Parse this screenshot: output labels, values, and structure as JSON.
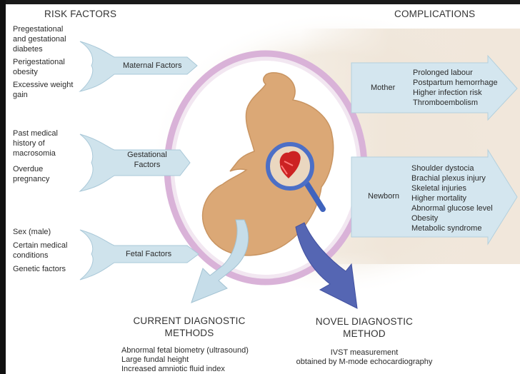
{
  "headers": {
    "risk_factors": "RISK FACTORS",
    "complications": "COMPLICATIONS"
  },
  "risk_factors": {
    "maternal": {
      "items": [
        "Pregestational",
        "and gestational",
        "diabetes",
        "Perigestational",
        "obesity",
        "Excessive weight",
        "gain"
      ],
      "label": "Maternal Factors"
    },
    "gestational": {
      "items": [
        "Past medical",
        "history of",
        "macrosomia",
        "Overdue",
        "pregnancy"
      ],
      "label_line1": "Gestational",
      "label_line2": "Factors"
    },
    "fetal": {
      "items": [
        "Sex (male)",
        "Certain medical",
        "conditions",
        "Genetic factors"
      ],
      "label": "Fetal Factors"
    }
  },
  "complications": {
    "mother": {
      "label": "Mother",
      "items": [
        "Prolonged labour",
        "Postpartum hemorrhage",
        "Higher infection risk",
        "Thromboembolism"
      ]
    },
    "newborn": {
      "label": "Newborn",
      "items": [
        "Shoulder dystocia",
        "Brachial plexus injury",
        "Skeletal injuries",
        "Higher mortality",
        "Abnormal glucose level",
        "Obesity",
        "Metabolic syndrome"
      ]
    }
  },
  "current_method": {
    "title_line1": "CURRENT DIAGNOSTIC",
    "title_line2": "METHODS",
    "items": [
      "Abnormal fetal biometry (ultrasound)",
      "Large fundal height",
      "Increased amniotic fluid index"
    ]
  },
  "novel_method": {
    "title_line1": "NOVEL DIAGNOSTIC",
    "title_line2": "METHOD",
    "desc_line1": "IVST measurement",
    "desc_line2": "obtained by M-mode echocardiography"
  },
  "colors": {
    "arrow_light_blue": "#cfe3ec",
    "arrow_stroke": "#a9c8d8",
    "fetus": "#d9a877",
    "uterus_ring": "#e6c9e6",
    "magnifier": "#4c6fc6",
    "novel_arrow": "#5566b3",
    "heart": "#cc2222"
  }
}
